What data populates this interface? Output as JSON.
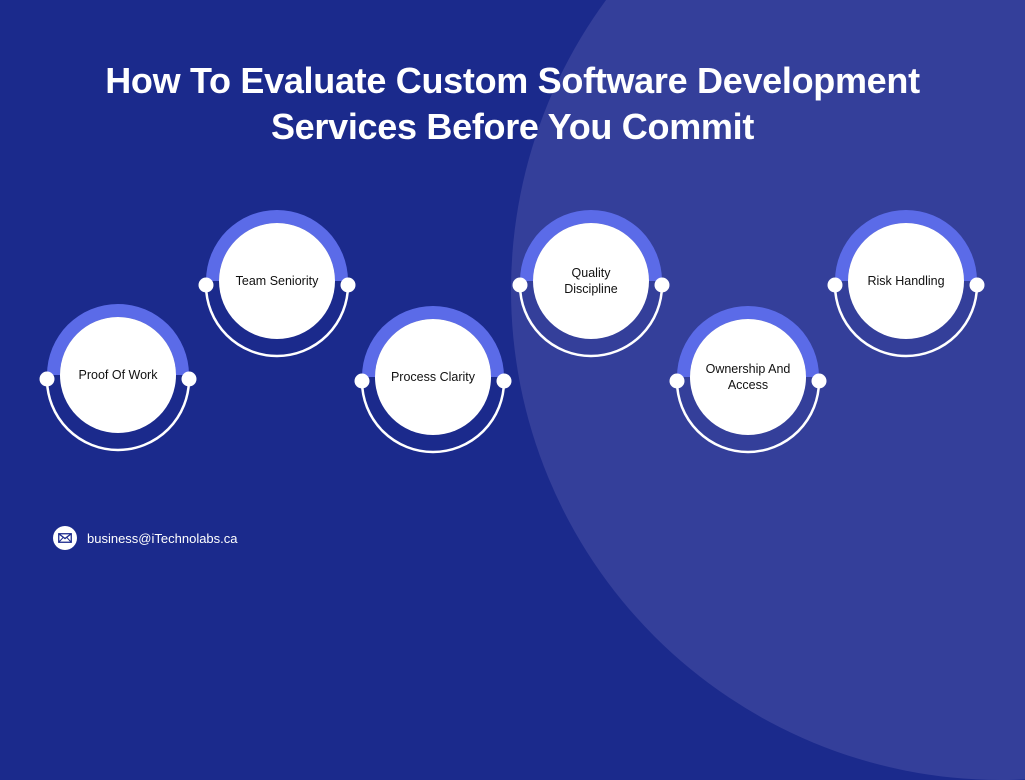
{
  "title": {
    "line1": "How To Evaluate Custom Software Development",
    "line2": "Services Before You Commit"
  },
  "colors": {
    "background": "#1b2a8c",
    "background_circle": "#343f9a",
    "accent_arc": "#5b6be8",
    "node_fill": "#ffffff",
    "text_light": "#ffffff",
    "text_dark": "#111111"
  },
  "nodes": [
    {
      "label": "Proof Of Work"
    },
    {
      "label": "Team Seniority"
    },
    {
      "label": "Process Clarity"
    },
    {
      "label": "Quality Discipline"
    },
    {
      "label": "Ownership And Access"
    },
    {
      "label": "Risk Handling"
    }
  ],
  "footer": {
    "icon": "mail-icon",
    "email": "business@iTechnolabs.ca"
  }
}
